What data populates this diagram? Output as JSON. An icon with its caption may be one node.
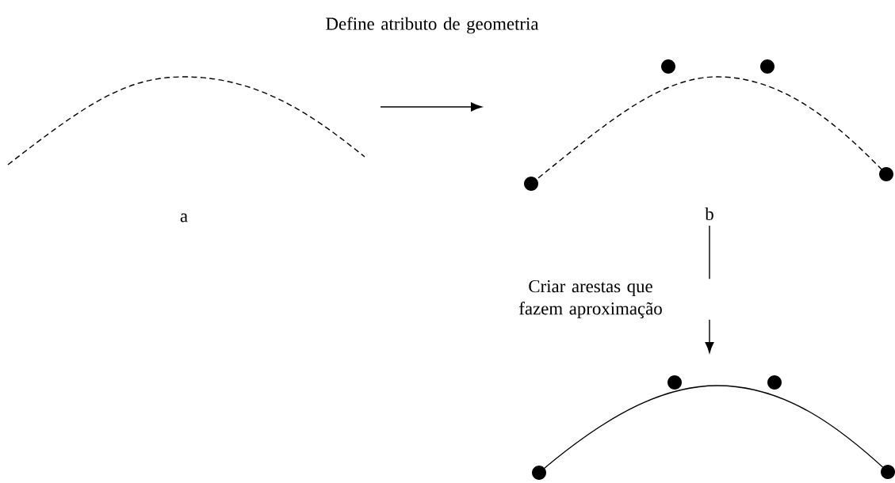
{
  "diagram": {
    "nodes": [
      {
        "text": [],
        "shape": "picture",
        "beside": [
          "a"
        ]
      },
      {
        "text": [],
        "shape": "picture",
        "beside": [
          "b"
        ]
      },
      {
        "text": [],
        "shape": "picture"
      }
    ],
    "edges": [
      {
        "from": 0,
        "to": 1,
        "arrow": "to",
        "label": "Define atributo de geometria"
      },
      {
        "from": 1,
        "to": 2,
        "arrow": "to",
        "label": "Criar arestas que fazem aproximação"
      }
    ]
  }
}
